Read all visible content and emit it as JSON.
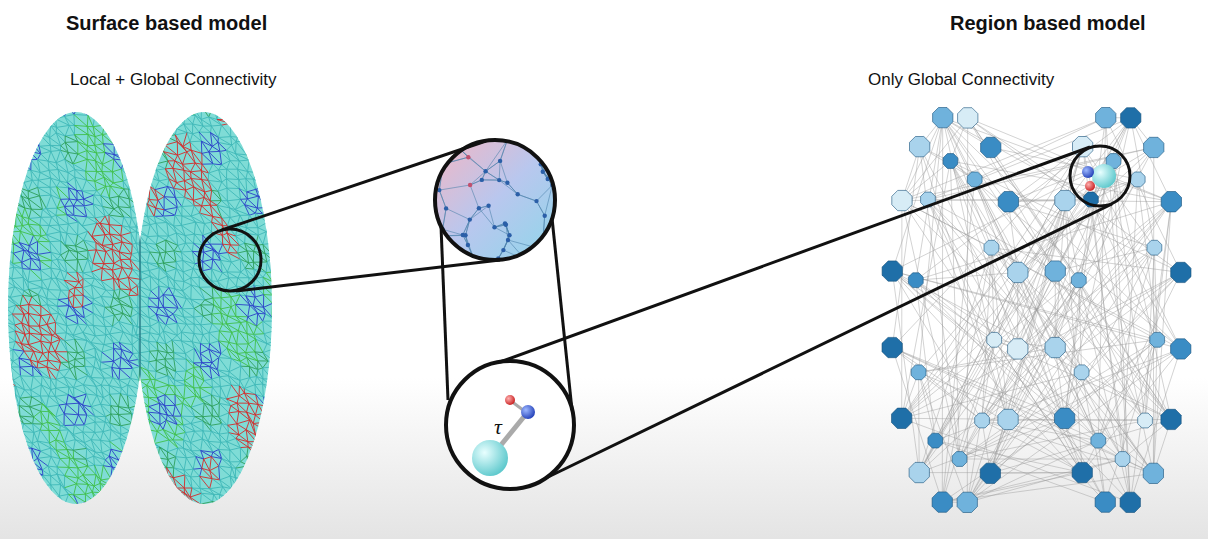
{
  "diagram": {
    "labels": [
      "Surface based model",
      "Local + Global Connectivity",
      "Region based model",
      "Only Global Connectivity",
      "τ"
    ]
  }
}
